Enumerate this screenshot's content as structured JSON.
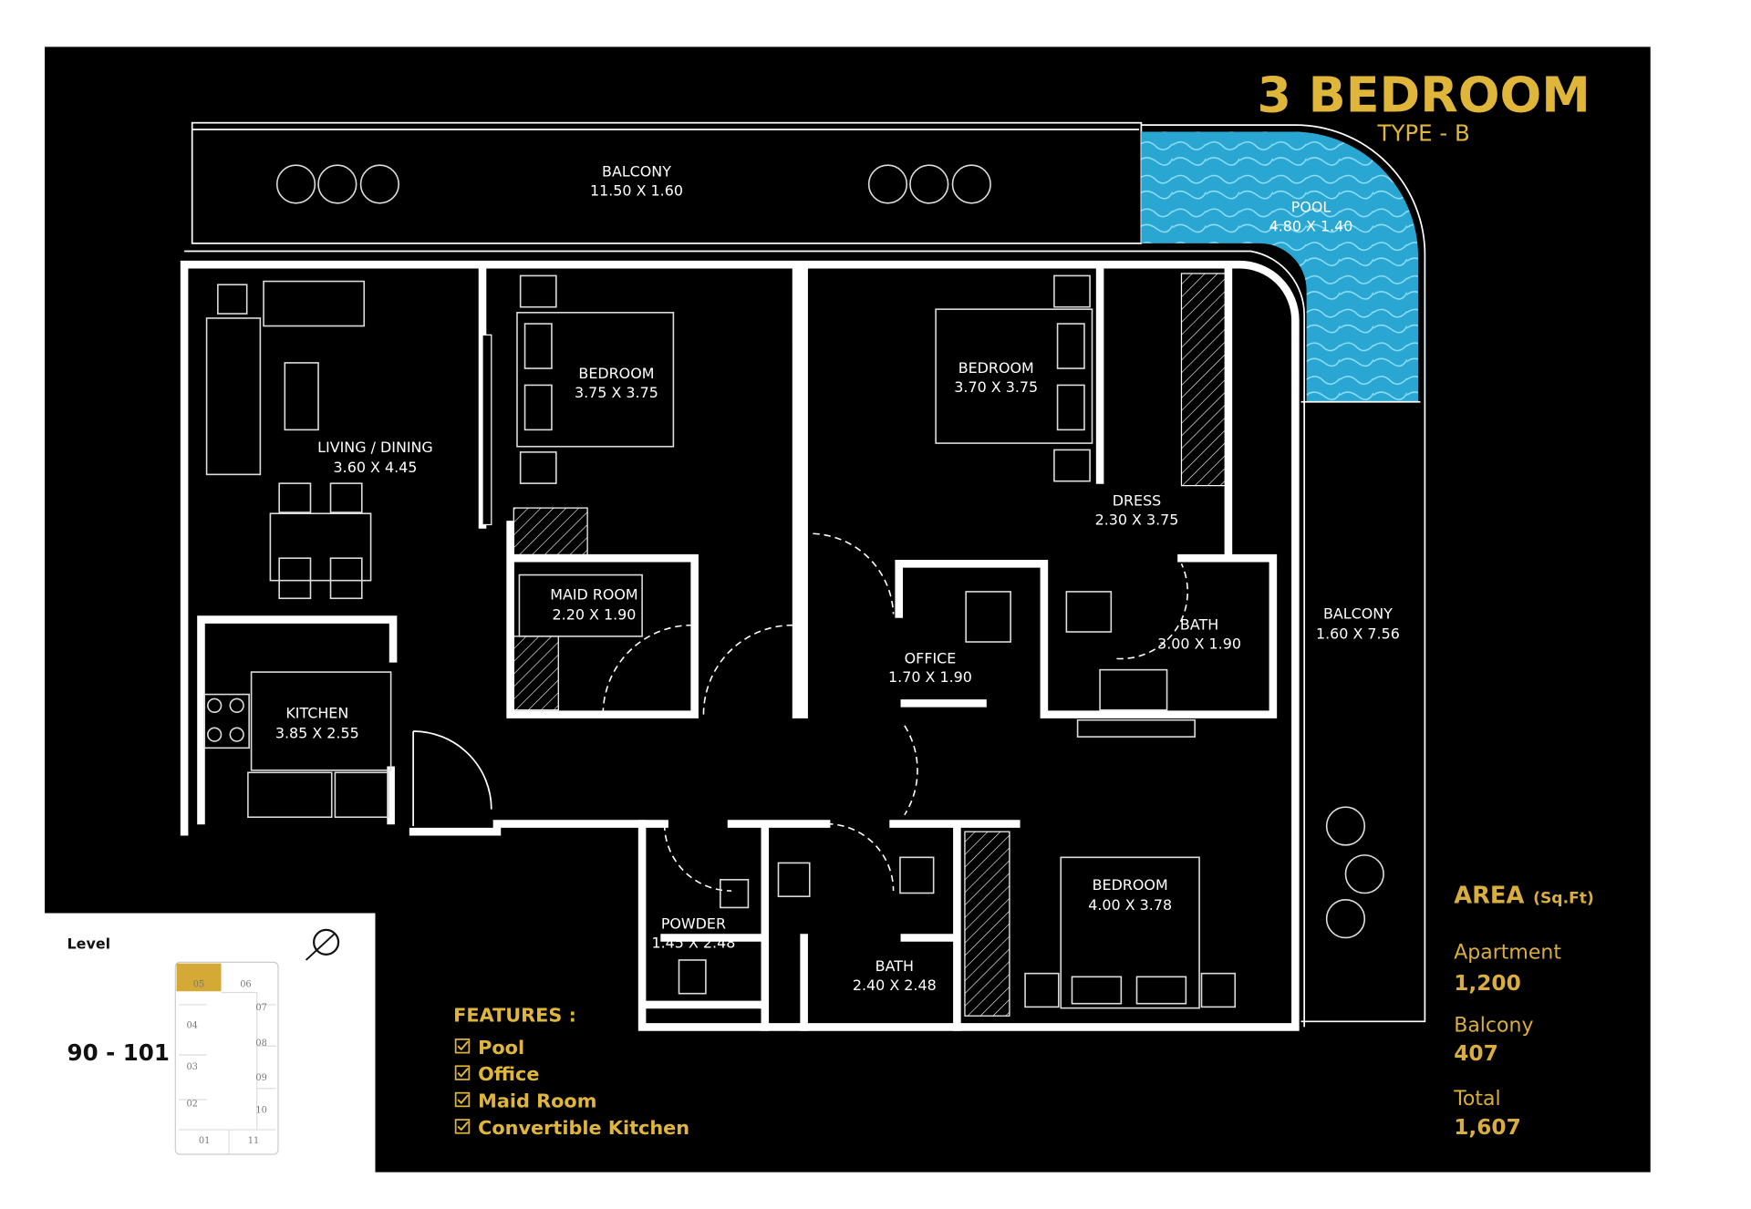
{
  "header": {
    "title": "3 BEDROOM",
    "subtitle": "TYPE - B"
  },
  "colors": {
    "background": "#000000",
    "accent": "#e0b63a",
    "pool": "#29a9d4",
    "walls": "#ffffff"
  },
  "rooms": [
    {
      "name": "BALCONY",
      "dims": "11.50 X 1.60"
    },
    {
      "name": "POOL",
      "dims": "4.80 X 1.40"
    },
    {
      "name": "LIVING / DINING",
      "dims": "3.60 X 4.45"
    },
    {
      "name": "BEDROOM",
      "dims": "3.75 X 3.75"
    },
    {
      "name": "BEDROOM",
      "dims": "3.70 X 3.75"
    },
    {
      "name": "DRESS",
      "dims": "2.30 X 3.75"
    },
    {
      "name": "MAID ROOM",
      "dims": "2.20 X 1.90"
    },
    {
      "name": "OFFICE",
      "dims": "1.70 X 1.90"
    },
    {
      "name": "BATH",
      "dims": "3.00 X 1.90"
    },
    {
      "name": "BALCONY",
      "dims": "1.60 X 7.56"
    },
    {
      "name": "KITCHEN",
      "dims": "3.85 X 2.55"
    },
    {
      "name": "POWDER",
      "dims": "1.45 X 2.48"
    },
    {
      "name": "BATH",
      "dims": "2.40 X 2.48"
    },
    {
      "name": "BEDROOM",
      "dims": "4.00 X 3.78"
    }
  ],
  "features": {
    "title": "FEATURES :",
    "items": [
      "Pool",
      "Office",
      "Maid Room",
      "Convertible Kitchen"
    ]
  },
  "area": {
    "title": "AREA",
    "unit": "(Sq.Ft)",
    "rows": [
      {
        "label": "Apartment",
        "value": "1,200"
      },
      {
        "label": "Balcony",
        "value": "407"
      },
      {
        "label": "Total",
        "value": "1,607"
      }
    ]
  },
  "level": {
    "label": "Level",
    "range": "90 - 101",
    "units": [
      "05",
      "06",
      "07",
      "04",
      "08",
      "03",
      "09",
      "02",
      "10",
      "01",
      "11"
    ],
    "highlighted": "05"
  }
}
